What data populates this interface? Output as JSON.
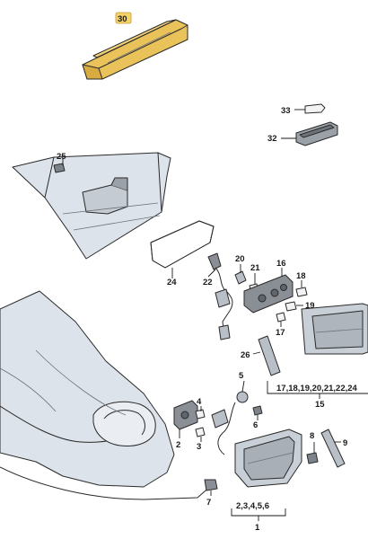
{
  "diagram": {
    "labels": {
      "l30": "30",
      "l33": "33",
      "l32": "32",
      "l25": "25",
      "l24": "24",
      "l20": "20",
      "l21": "21",
      "l16": "16",
      "l18": "18",
      "l22": "22",
      "l19": "19",
      "l17": "17",
      "l26": "26",
      "lgroup15": "17,18,19,20,21,22,24",
      "l15": "15",
      "l5": "5",
      "l4": "4",
      "l6": "6",
      "l2": "2",
      "l3": "3",
      "l8": "8",
      "l9": "9",
      "l7": "7",
      "lgroup1": "2,3,4,5,6",
      "l1": "1"
    },
    "colors": {
      "highlight_part": "#f5d36b",
      "body_panel": "#dde3ea",
      "dark_part": "#8a8f96"
    }
  }
}
